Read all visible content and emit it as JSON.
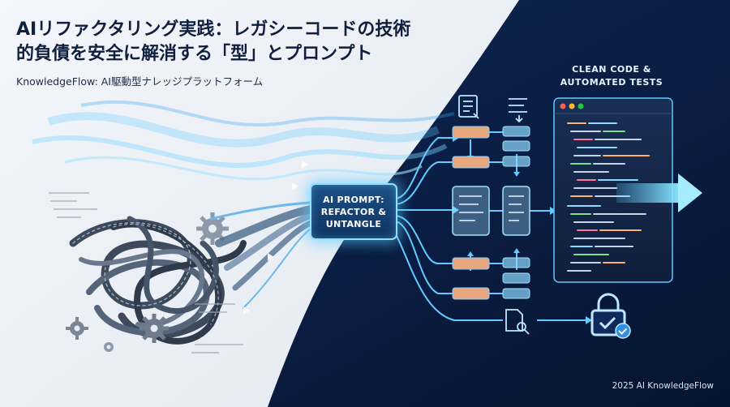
{
  "title_lines": [
    "AIリファクタリング実践：レガシーコードの技術",
    "的負債を安全に解消する「型」とプロンプト"
  ],
  "subtitle": "KnowledgeFlow: AI駆動型ナレッジプラットフォーム",
  "center_badge": {
    "lines": [
      "AI PROMPT:",
      "REFACTOR &",
      "UNTANGLE"
    ]
  },
  "output_label": {
    "lines": [
      "CLEAN CODE &",
      "AUTOMATED TESTS"
    ]
  },
  "footer": "2025 AI KnowledgeFlow",
  "colors": {
    "left_bg": "#eef2f7",
    "right_bg": "#0b1d3c",
    "glow": "#5fd0ff",
    "orange_block": "#e9a77f",
    "blue_block": "#8fd8ff"
  },
  "icons": [
    "gear-icon",
    "document-icon",
    "list-icon",
    "magnifier-document-icon",
    "lock-icon",
    "check-badge-icon",
    "arrow-right-icon"
  ]
}
